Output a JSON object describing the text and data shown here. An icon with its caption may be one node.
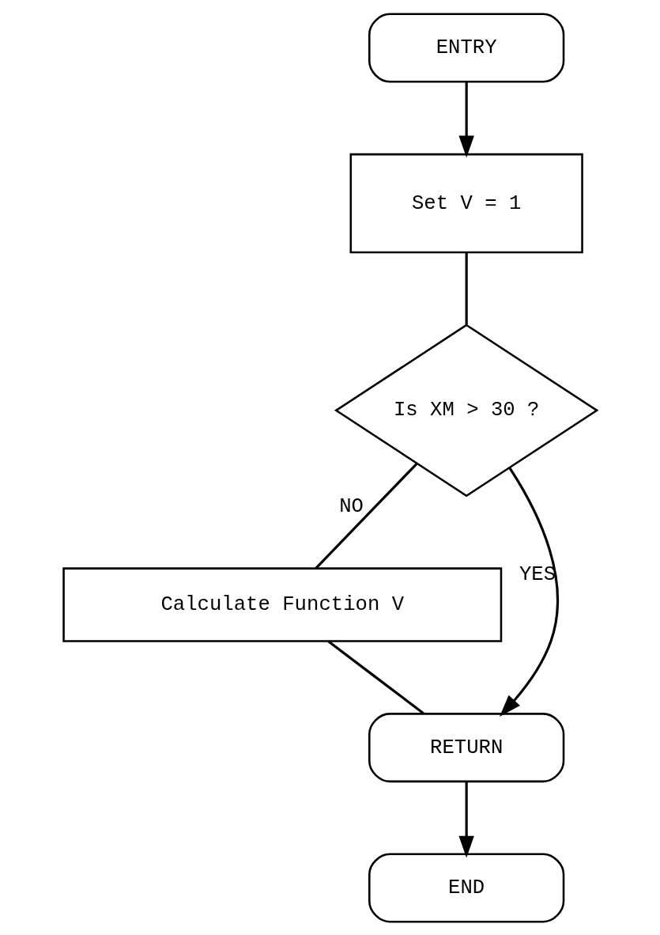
{
  "diagram": {
    "nodes": [
      {
        "text": [
          "ENTRY"
        ]
      },
      {
        "text": [
          "Set V = 1"
        ]
      },
      {
        "text": [
          "Is XM > 30 ?"
        ]
      },
      {
        "text": [
          "Calculate Function V"
        ]
      },
      {
        "text": [
          "RETURN"
        ]
      },
      {
        "text": [
          "END"
        ]
      }
    ],
    "edges": [
      {
        "from": 0,
        "to": 1,
        "arrow": "to"
      },
      {
        "from": 1,
        "to": 2,
        "arrow": "none"
      },
      {
        "from": 2,
        "to": 4,
        "arrow": "to",
        "label": "YES"
      },
      {
        "from": 2,
        "to": 3,
        "arrow": "none",
        "label": "NO"
      },
      {
        "from": 3,
        "to": 4,
        "arrow": "none"
      },
      {
        "from": 4,
        "to": 5,
        "arrow": "to"
      }
    ]
  }
}
